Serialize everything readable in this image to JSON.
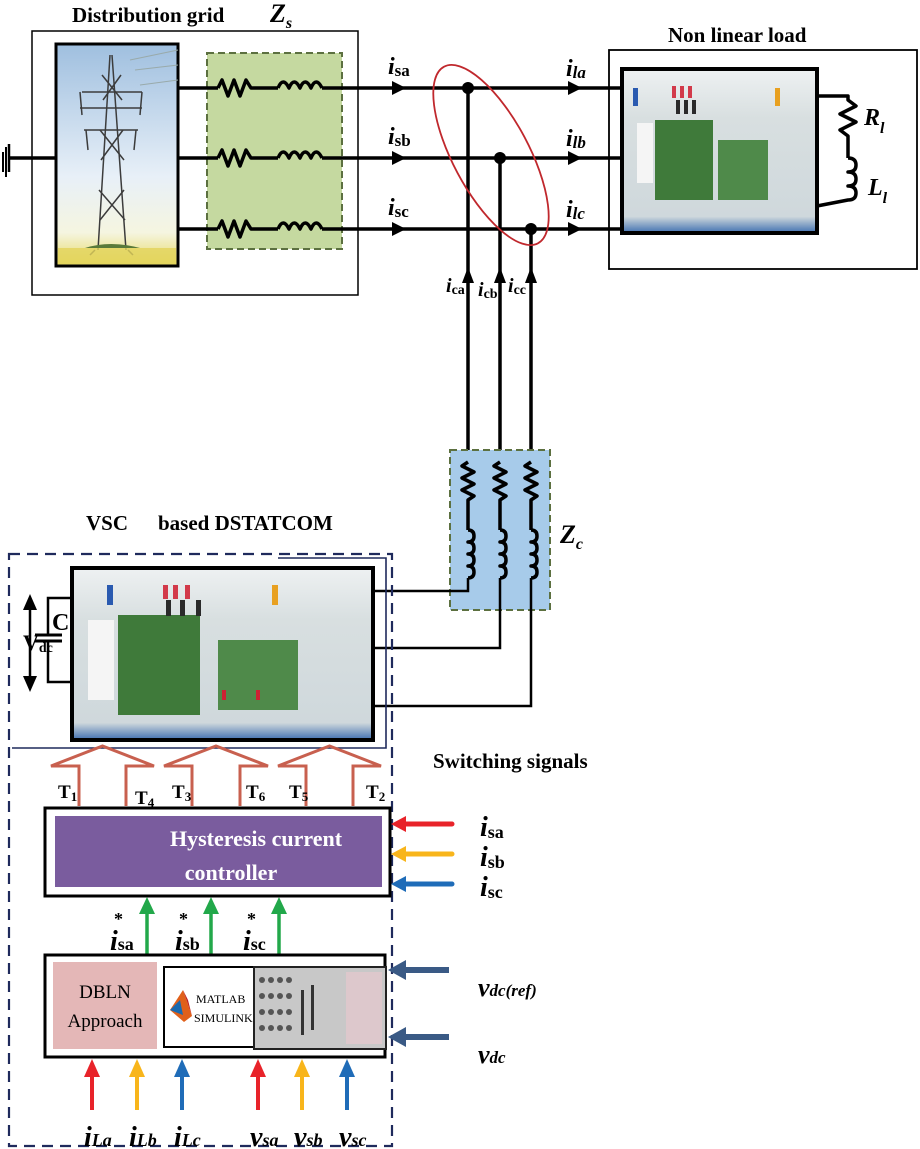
{
  "figure": {
    "distribution_grid": {
      "title": "Distribution grid",
      "impedance_label": "Z",
      "impedance_sub": "s"
    },
    "nonlinear_load": {
      "title": "Non linear load",
      "resistor_label": "R",
      "resistor_sub": "l",
      "inductor_label": "L",
      "inductor_sub": "l"
    },
    "source_currents": [
      {
        "sym": "i",
        "sub": "sa"
      },
      {
        "sym": "i",
        "sub": "sb"
      },
      {
        "sym": "i",
        "sub": "sc"
      }
    ],
    "load_currents": [
      {
        "sym": "i",
        "sub": "la"
      },
      {
        "sym": "i",
        "sub": "lb"
      },
      {
        "sym": "i",
        "sub": "lc"
      }
    ],
    "compensating_currents": [
      {
        "sym": "i",
        "sub": "ca"
      },
      {
        "sym": "i",
        "sub": "cb"
      },
      {
        "sym": "i",
        "sub": "cc"
      }
    ],
    "coupling_impedance": {
      "label": "Z",
      "sub": "c"
    },
    "dstatcom": {
      "title_a": "VSC",
      "title_b": "based DSTATCOM",
      "capacitor_label": "C",
      "dc_voltage_label": "V",
      "dc_voltage_sub": "dc"
    },
    "switching": {
      "title": "Switching signals",
      "signals": [
        {
          "sym": "T",
          "sub": "1"
        },
        {
          "sym": "T",
          "sub": "4"
        },
        {
          "sym": "T",
          "sub": "3"
        },
        {
          "sym": "T",
          "sub": "6"
        },
        {
          "sym": "T",
          "sub": "5"
        },
        {
          "sym": "T",
          "sub": "2"
        }
      ]
    },
    "hysteresis_controller": {
      "line1": "Hysteresis current",
      "line2": "controller",
      "fill_color": "#7a5c9e"
    },
    "controller_feedback_inputs": [
      {
        "sym": "i",
        "sub": "sa",
        "color": "#e8232a"
      },
      {
        "sym": "i",
        "sub": "sb",
        "color": "#f8b51b"
      },
      {
        "sym": "i",
        "sub": "sc",
        "color": "#1f6cb8"
      }
    ],
    "reference_currents": [
      {
        "sym": "i",
        "sup": "*",
        "sub": "sa"
      },
      {
        "sym": "i",
        "sup": "*",
        "sub": "sb"
      },
      {
        "sym": "i",
        "sup": "*",
        "sub": "sc"
      }
    ],
    "reference_arrow_color": "#22a84a",
    "control_block": {
      "dbln_line1": "DBLN",
      "dbln_line2": "Approach",
      "dbln_fill": "#e4b7b7",
      "matlab_line1": "MATLAB",
      "matlab_line2": "SIMULINK"
    },
    "dc_inputs": [
      {
        "sym": "v",
        "sub": "dc(ref)"
      },
      {
        "sym": "v",
        "sub": "dc"
      }
    ],
    "dc_arrow_color": "#3a5a85",
    "bottom_inputs": [
      {
        "sym": "i",
        "sub": "La",
        "color": "#e8232a"
      },
      {
        "sym": "i",
        "sub": "Lb",
        "color": "#f8b51b"
      },
      {
        "sym": "i",
        "sub": "Lc",
        "color": "#1f6cb8"
      },
      {
        "sym": "v",
        "sub": "sa",
        "color": "#e8232a"
      },
      {
        "sym": "v",
        "sub": "sb",
        "color": "#f8b51b"
      },
      {
        "sym": "v",
        "sub": "sc",
        "color": "#1f6cb8"
      }
    ],
    "colors": {
      "grid_impedance_fill": "#c5d9a0",
      "grid_impedance_border": "#5c7040",
      "coupling_impedance_fill": "#a7cbea",
      "pcc_ellipse": "#c0282d",
      "switching_arrows": "#c8604f",
      "dstatcom_border": "#1f2a5c"
    }
  }
}
